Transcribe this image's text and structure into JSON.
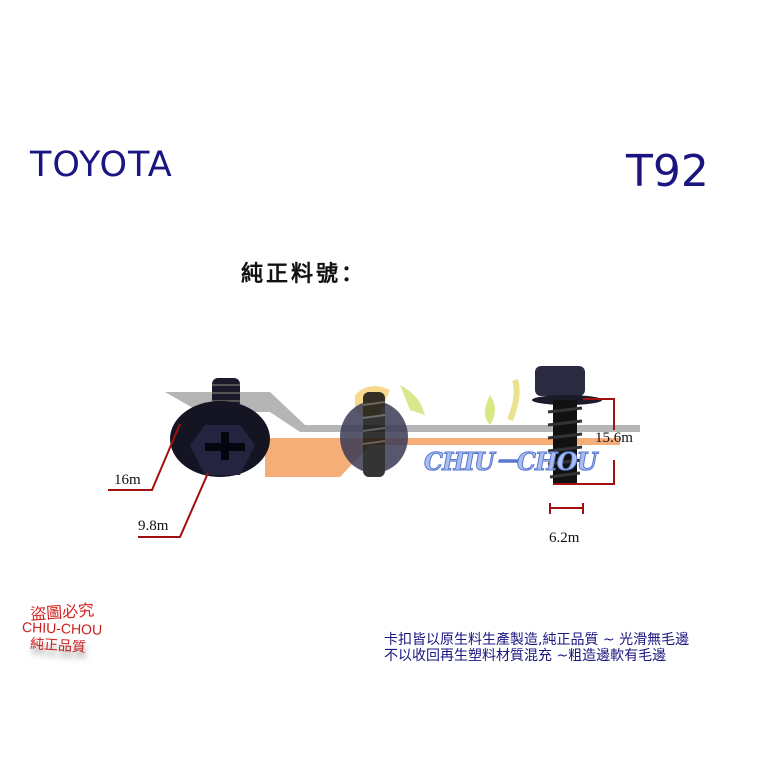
{
  "header": {
    "brand": "TOYOTA",
    "part_code": "T92"
  },
  "part_number_label": "純正料號：",
  "dimensions": {
    "head_diameter": "16m",
    "hex_size": "9.8m",
    "length": "15.6m",
    "thread_diameter": "6.2m"
  },
  "watermark": {
    "text": "CHIU－CHOU",
    "colors": {
      "gray_band": "#9a9a9a",
      "orange_band": "#f5a060",
      "text_fill": "#a9bff0"
    }
  },
  "stamp": {
    "line1": "盜圖必究",
    "line2": "CHIU-CHOU",
    "line3": "純正品質"
  },
  "description": {
    "line1": "卡扣皆以原生料生產製造,純正品質 ~ 光滑無毛邊",
    "line2": "不以收回再生塑料材質混充 ~粗造邊軟有毛邊"
  },
  "colors": {
    "brand_text": "#1a1580",
    "dimension_line": "#a01010",
    "stamp_red": "#d42020"
  }
}
